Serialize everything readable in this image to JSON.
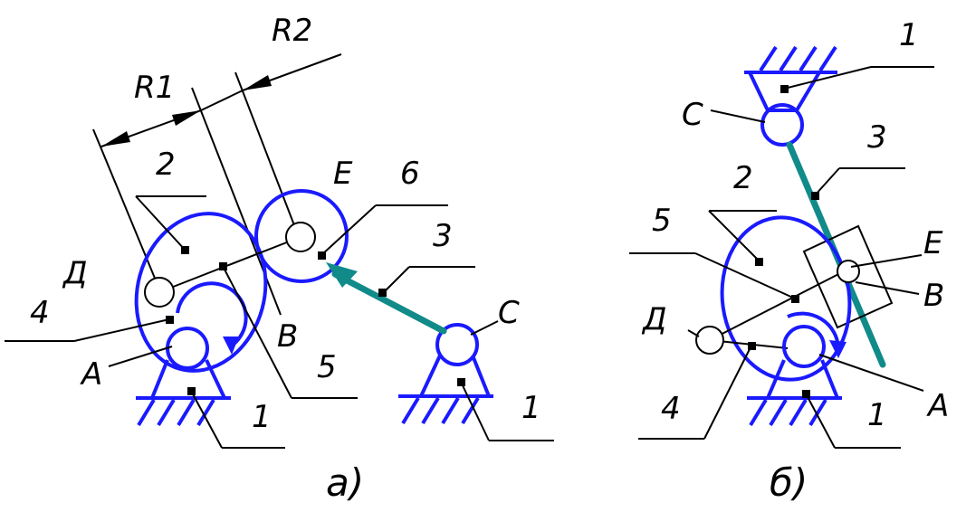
{
  "labels": {
    "a_R1": "R1",
    "a_R2": "R2",
    "a_2": "2",
    "a_E": "E",
    "a_6": "6",
    "a_3": "3",
    "a_D": "Д",
    "a_4": "4",
    "a_A": "A",
    "a_B": "B",
    "a_5": "5",
    "a_C": "C",
    "a_1_left": "1",
    "a_1_right": "1",
    "a_caption": "a)",
    "b_1": "1",
    "b_C": "C",
    "b_3": "3",
    "b_2": "2",
    "b_5": "5",
    "b_E": "E",
    "b_B": "B",
    "b_D": "Д",
    "b_4": "4",
    "b_1_bottom": "1",
    "b_A": "A",
    "b_caption": "б)"
  },
  "colors": {
    "link": "#1a1aff",
    "rod": "#118a8a",
    "line": "#000000"
  }
}
